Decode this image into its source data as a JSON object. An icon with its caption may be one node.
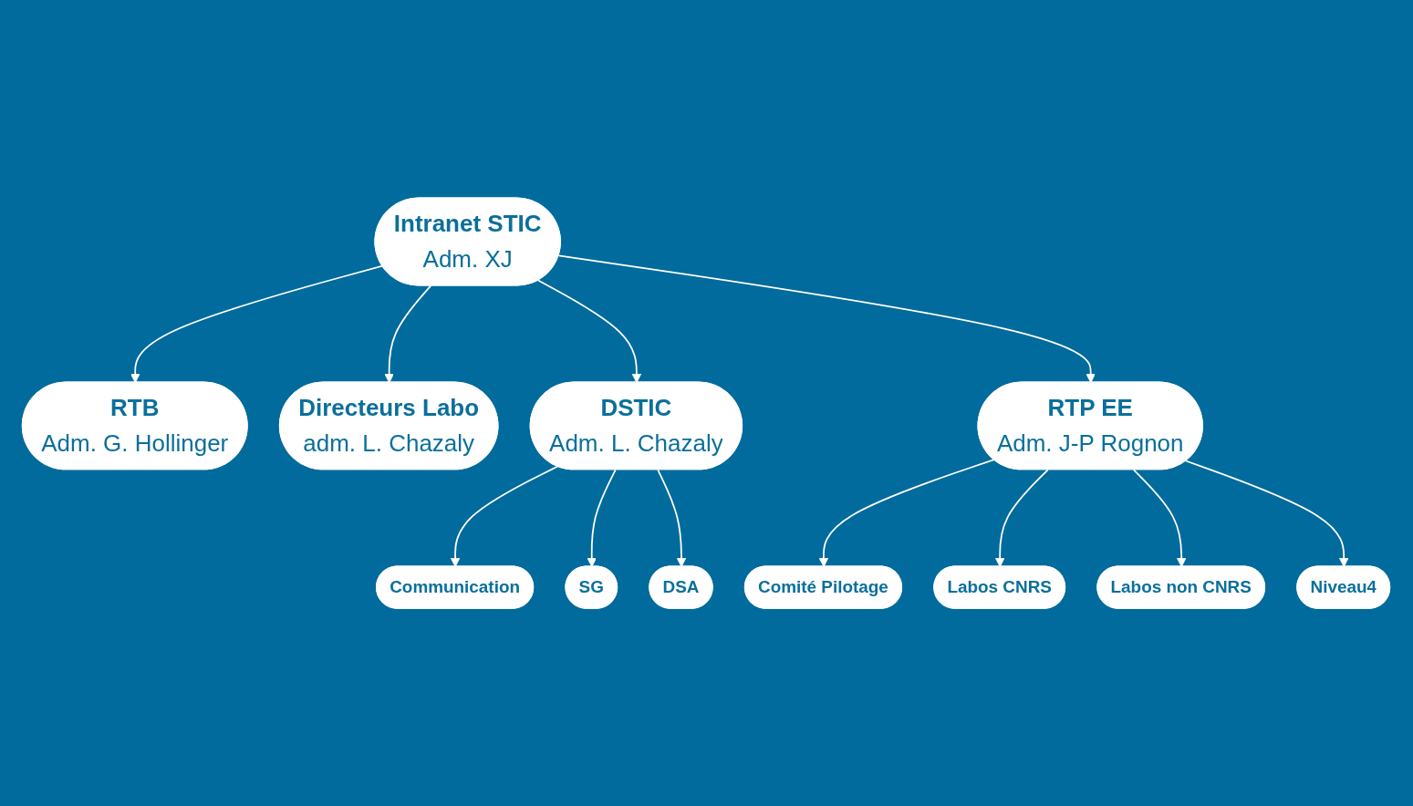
{
  "diagram": {
    "nodes": [
      {
        "text": [
          "Intranet STIC",
          "Adm. XJ"
        ]
      },
      {
        "text": [
          "RTB",
          "Adm. G. Hollinger"
        ]
      },
      {
        "text": [
          "Directeurs Labo",
          "adm. L. Chazaly"
        ]
      },
      {
        "text": [
          "DSTIC",
          "Adm. L. Chazaly"
        ]
      },
      {
        "text": [
          "RTP EE",
          "Adm. J-P Rognon"
        ]
      },
      {
        "text": [
          "Communication"
        ]
      },
      {
        "text": [
          "SG"
        ]
      },
      {
        "text": [
          "DSA"
        ]
      },
      {
        "text": [
          "Comité Pilotage"
        ]
      },
      {
        "text": [
          "Labos CNRS"
        ]
      },
      {
        "text": [
          "Labos non CNRS"
        ]
      },
      {
        "text": [
          "Niveau4"
        ]
      }
    ],
    "edges": [
      {
        "from": 0,
        "to": 1,
        "arrow": "to"
      },
      {
        "from": 0,
        "to": 2,
        "arrow": "to"
      },
      {
        "from": 0,
        "to": 3,
        "arrow": "to"
      },
      {
        "from": 0,
        "to": 4,
        "arrow": "to"
      },
      {
        "from": 3,
        "to": 5,
        "arrow": "to"
      },
      {
        "from": 3,
        "to": 6,
        "arrow": "to"
      },
      {
        "from": 3,
        "to": 7,
        "arrow": "to"
      },
      {
        "from": 4,
        "to": 8,
        "arrow": "to"
      },
      {
        "from": 4,
        "to": 9,
        "arrow": "to"
      },
      {
        "from": 4,
        "to": 10,
        "arrow": "to"
      },
      {
        "from": 4,
        "to": 11,
        "arrow": "to"
      }
    ]
  }
}
